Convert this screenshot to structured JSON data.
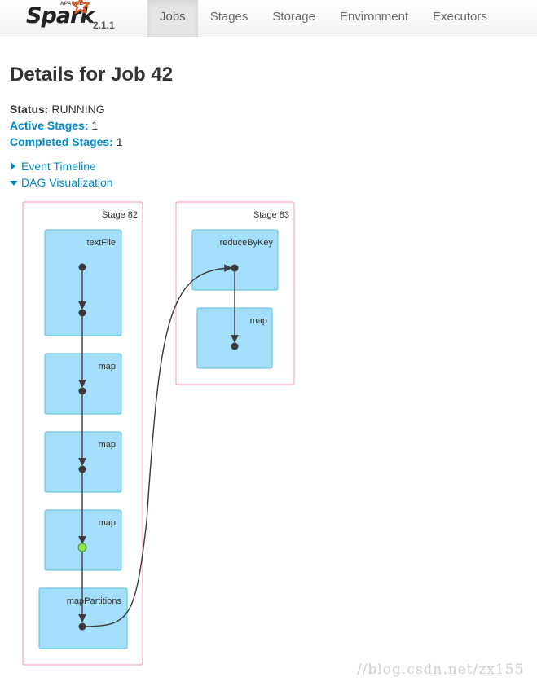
{
  "brand": {
    "apache": "APACHE",
    "name": "Spark",
    "version": "2.1.1",
    "accent": "#e25a1c"
  },
  "nav": {
    "tabs": [
      {
        "label": "Jobs",
        "active": true
      },
      {
        "label": "Stages",
        "active": false
      },
      {
        "label": "Storage",
        "active": false
      },
      {
        "label": "Environment",
        "active": false
      },
      {
        "label": "Executors",
        "active": false
      }
    ]
  },
  "page": {
    "title": "Details for Job 42",
    "status_label": "Status:",
    "status_value": "RUNNING",
    "active_stages_label": "Active Stages:",
    "active_stages_value": "1",
    "completed_stages_label": "Completed Stages:",
    "completed_stages_value": "1",
    "event_timeline_label": "Event Timeline",
    "dag_label": "DAG Visualization",
    "link_color": "#0088cc"
  },
  "dag": {
    "stages": [
      {
        "label": "Stage 82",
        "operations": [
          "textFile",
          "map",
          "map",
          "map",
          "mapPartitions"
        ]
      },
      {
        "label": "Stage 83",
        "operations": [
          "reduceByKey",
          "map"
        ]
      }
    ],
    "colors": {
      "stage_border": "#f7a8c8",
      "node_fill": "#a3defa",
      "node_border": "#5bc0de",
      "dot": "#3b3b3b",
      "highlight_dot": "#8ee54f"
    }
  },
  "watermark": "//blog.csdn.net/zx155"
}
